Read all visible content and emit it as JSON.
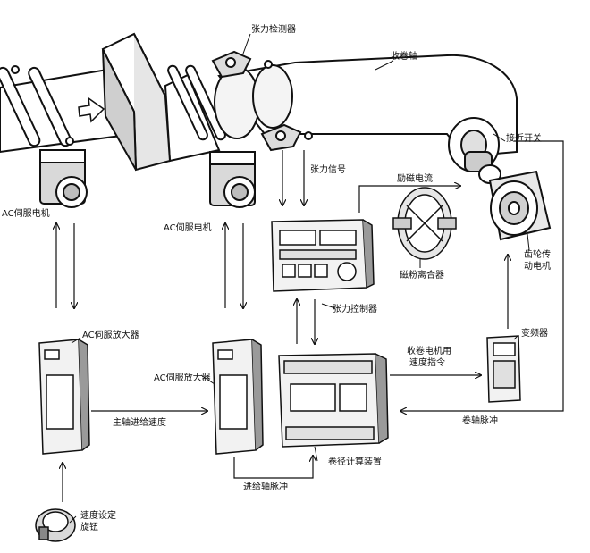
{
  "labels": {
    "tension_detector": "张力检测器",
    "rewind_shaft": "收卷轴",
    "proximity_switch": "接近开关",
    "tension_signal": "张力信号",
    "excitation_current": "励磁电流",
    "ac_servo_motor_1": "AC伺服电机",
    "ac_servo_motor_2": "AC伺服电机",
    "gear_motor_line1": "齿轮传",
    "gear_motor_line2": "动电机",
    "magnetic_clutch": "磁粉离合器",
    "tension_controller": "张力控制器",
    "ac_servo_amp_1": "AC伺服放大器",
    "ac_servo_amp_2": "AC伺服放大器",
    "inverter": "变频器",
    "rewind_speed_cmd_line1": "收卷电机用",
    "rewind_speed_cmd_line2": "速度指令",
    "spindle_feed_speed": "主轴进给速度",
    "reel_pulse": "卷轴脉冲",
    "diameter_calc_device": "卷径计算装置",
    "feed_axis_pulse": "进给轴脉冲",
    "speed_knob_line1": "速度设定",
    "speed_knob_line2": "旋钮"
  },
  "colors": {
    "line": "#111111",
    "device_face": "#f2f2f2",
    "device_shadow": "#9a9a9a",
    "background": "#ffffff"
  }
}
